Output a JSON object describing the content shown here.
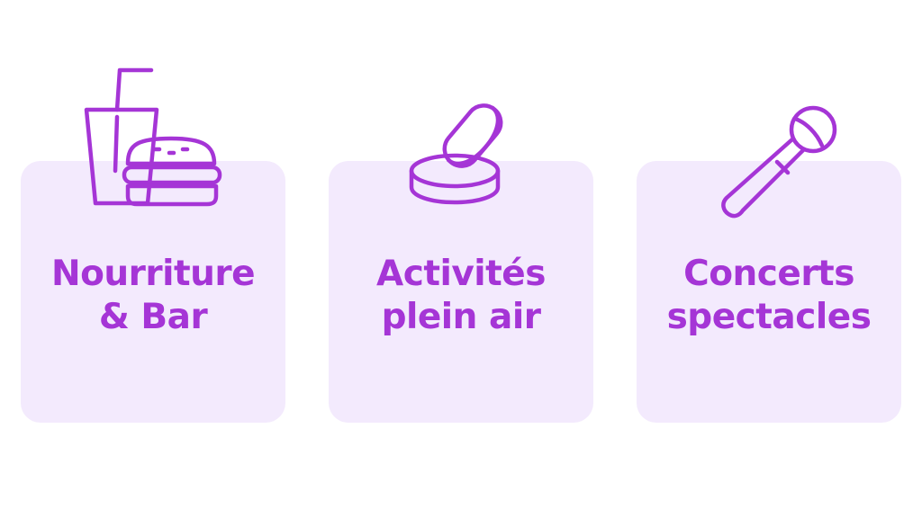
{
  "colors": {
    "accent": "#a535d6",
    "card_background": "#f3eafd",
    "page_background": "#ffffff"
  },
  "cards": [
    {
      "icon": "drink-and-burger-icon",
      "title_line1": "Nourriture",
      "title_line2": "& Bar"
    },
    {
      "icon": "discs-icon",
      "title_line1": "Activités",
      "title_line2": "plein air"
    },
    {
      "icon": "microphone-icon",
      "title_line1": "Concerts",
      "title_line2": "spectacles"
    }
  ]
}
